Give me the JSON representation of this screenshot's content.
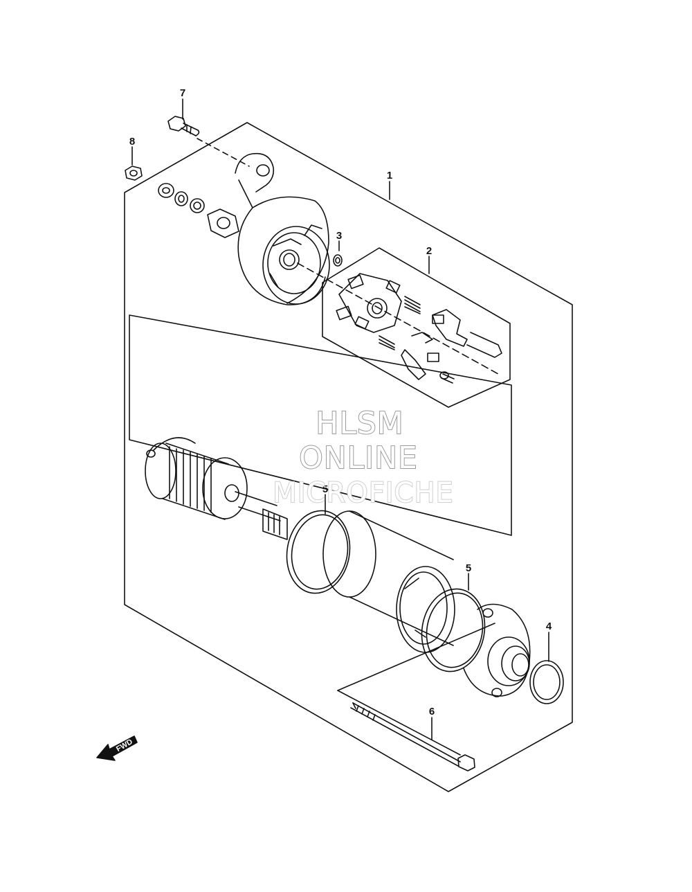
{
  "callouts": [
    {
      "id": "p1",
      "label": "1"
    },
    {
      "id": "p2",
      "label": "2"
    },
    {
      "id": "p3",
      "label": "3"
    },
    {
      "id": "p4",
      "label": "4"
    },
    {
      "id": "p5a",
      "label": "5"
    },
    {
      "id": "p5b",
      "label": "5"
    },
    {
      "id": "p6",
      "label": "6"
    },
    {
      "id": "p7",
      "label": "7"
    },
    {
      "id": "p8",
      "label": "8"
    }
  ],
  "watermark": {
    "line1": "HLSM",
    "line2": "ONLINE",
    "line3": "MICROFICHE"
  },
  "direction_badge": {
    "label": "FWD",
    "icon": "fwd-arrow-icon"
  },
  "colors": {
    "line": "#111111",
    "watermark_stroke": "#9a9a9a"
  }
}
